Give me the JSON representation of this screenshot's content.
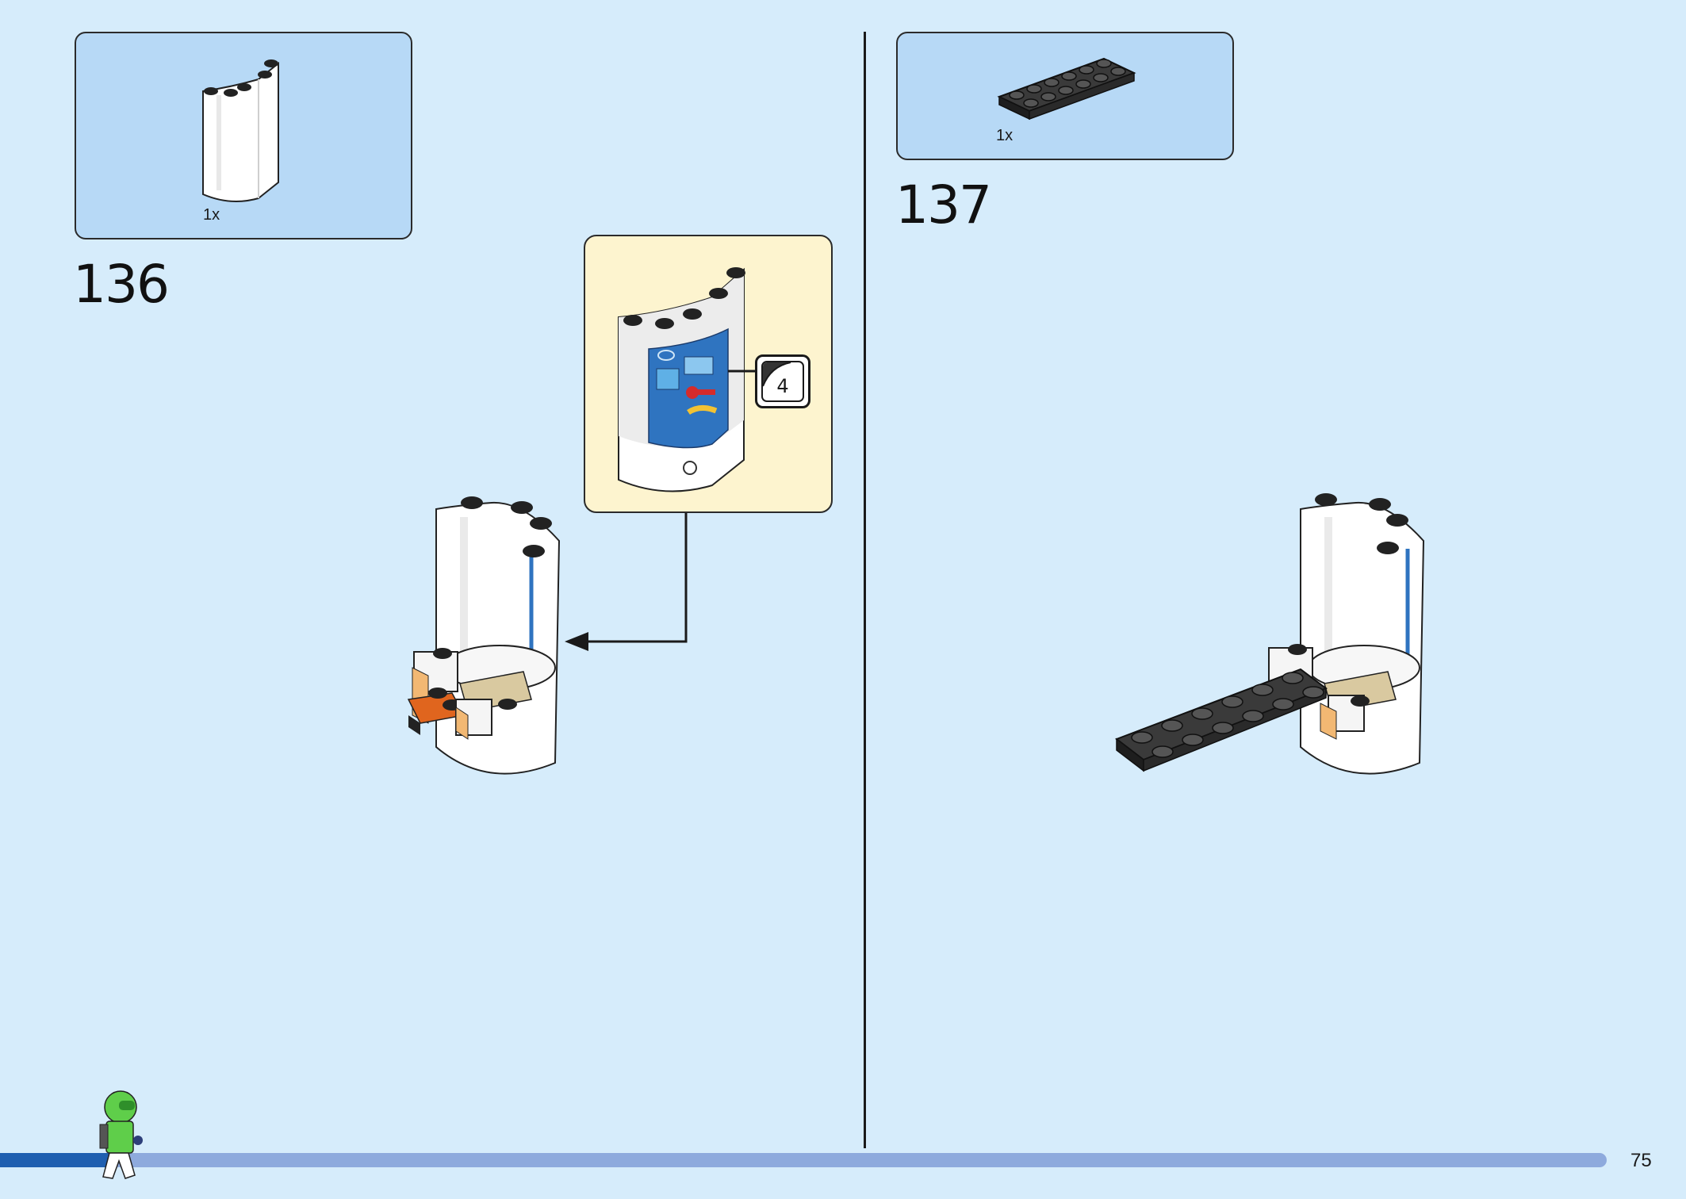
{
  "page": {
    "number": "75",
    "progress": 0.07
  },
  "steps": [
    {
      "number": "136",
      "parts": [
        {
          "name": "white curved wall panel",
          "quantity": "1x"
        }
      ],
      "callout": {
        "sticker_number": "4"
      }
    },
    {
      "number": "137",
      "parts": [
        {
          "name": "black plate 2x6",
          "quantity": "1x"
        }
      ]
    }
  ],
  "colors": {
    "background": "#d6ecfb",
    "parts_box": "#b7d9f6",
    "callout": "#fdf4cf",
    "progress_track": "#8eaadd",
    "progress_fill": "#1f5fb0"
  }
}
